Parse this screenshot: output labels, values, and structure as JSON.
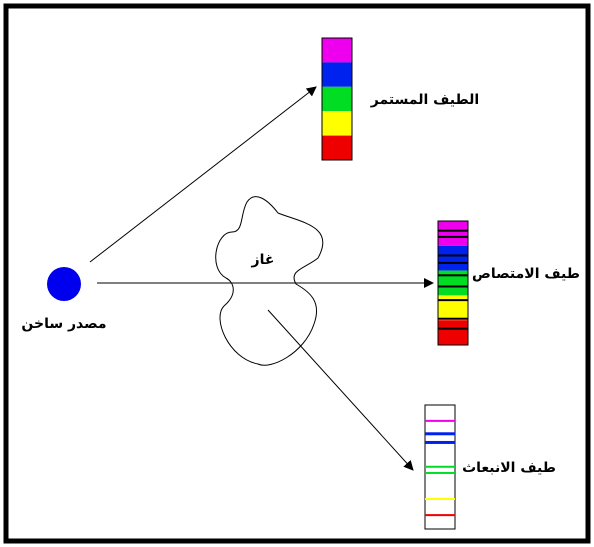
{
  "colors": {
    "frame": "#000000",
    "source": "#0000ee",
    "magenta": "#ee00ee",
    "blue": "#0022ee",
    "green": "#00dd22",
    "yellow": "#ffff00",
    "red": "#ee0000",
    "black": "#000000",
    "white": "#ffffff"
  },
  "labels": {
    "hot_source": "مصدر ساخن",
    "gas": "غاز",
    "continuous": "الطيف المستمر",
    "absorption": "طيف الامتصاص",
    "emission": "طيف الانبعاث"
  },
  "spectra": {
    "continuous": [
      "magenta",
      "blue",
      "green",
      "yellow",
      "red"
    ],
    "absorption": {
      "bands": [
        "magenta",
        "blue",
        "green",
        "yellow",
        "red"
      ],
      "dark_lines": 9
    },
    "emission": {
      "background": "white",
      "lines": [
        "magenta",
        "blue",
        "blue",
        "green",
        "green",
        "yellow",
        "red"
      ]
    }
  },
  "icons": {
    "source": "filled-circle",
    "gas": "irregular-cloud",
    "arrows": "arrow-head"
  }
}
